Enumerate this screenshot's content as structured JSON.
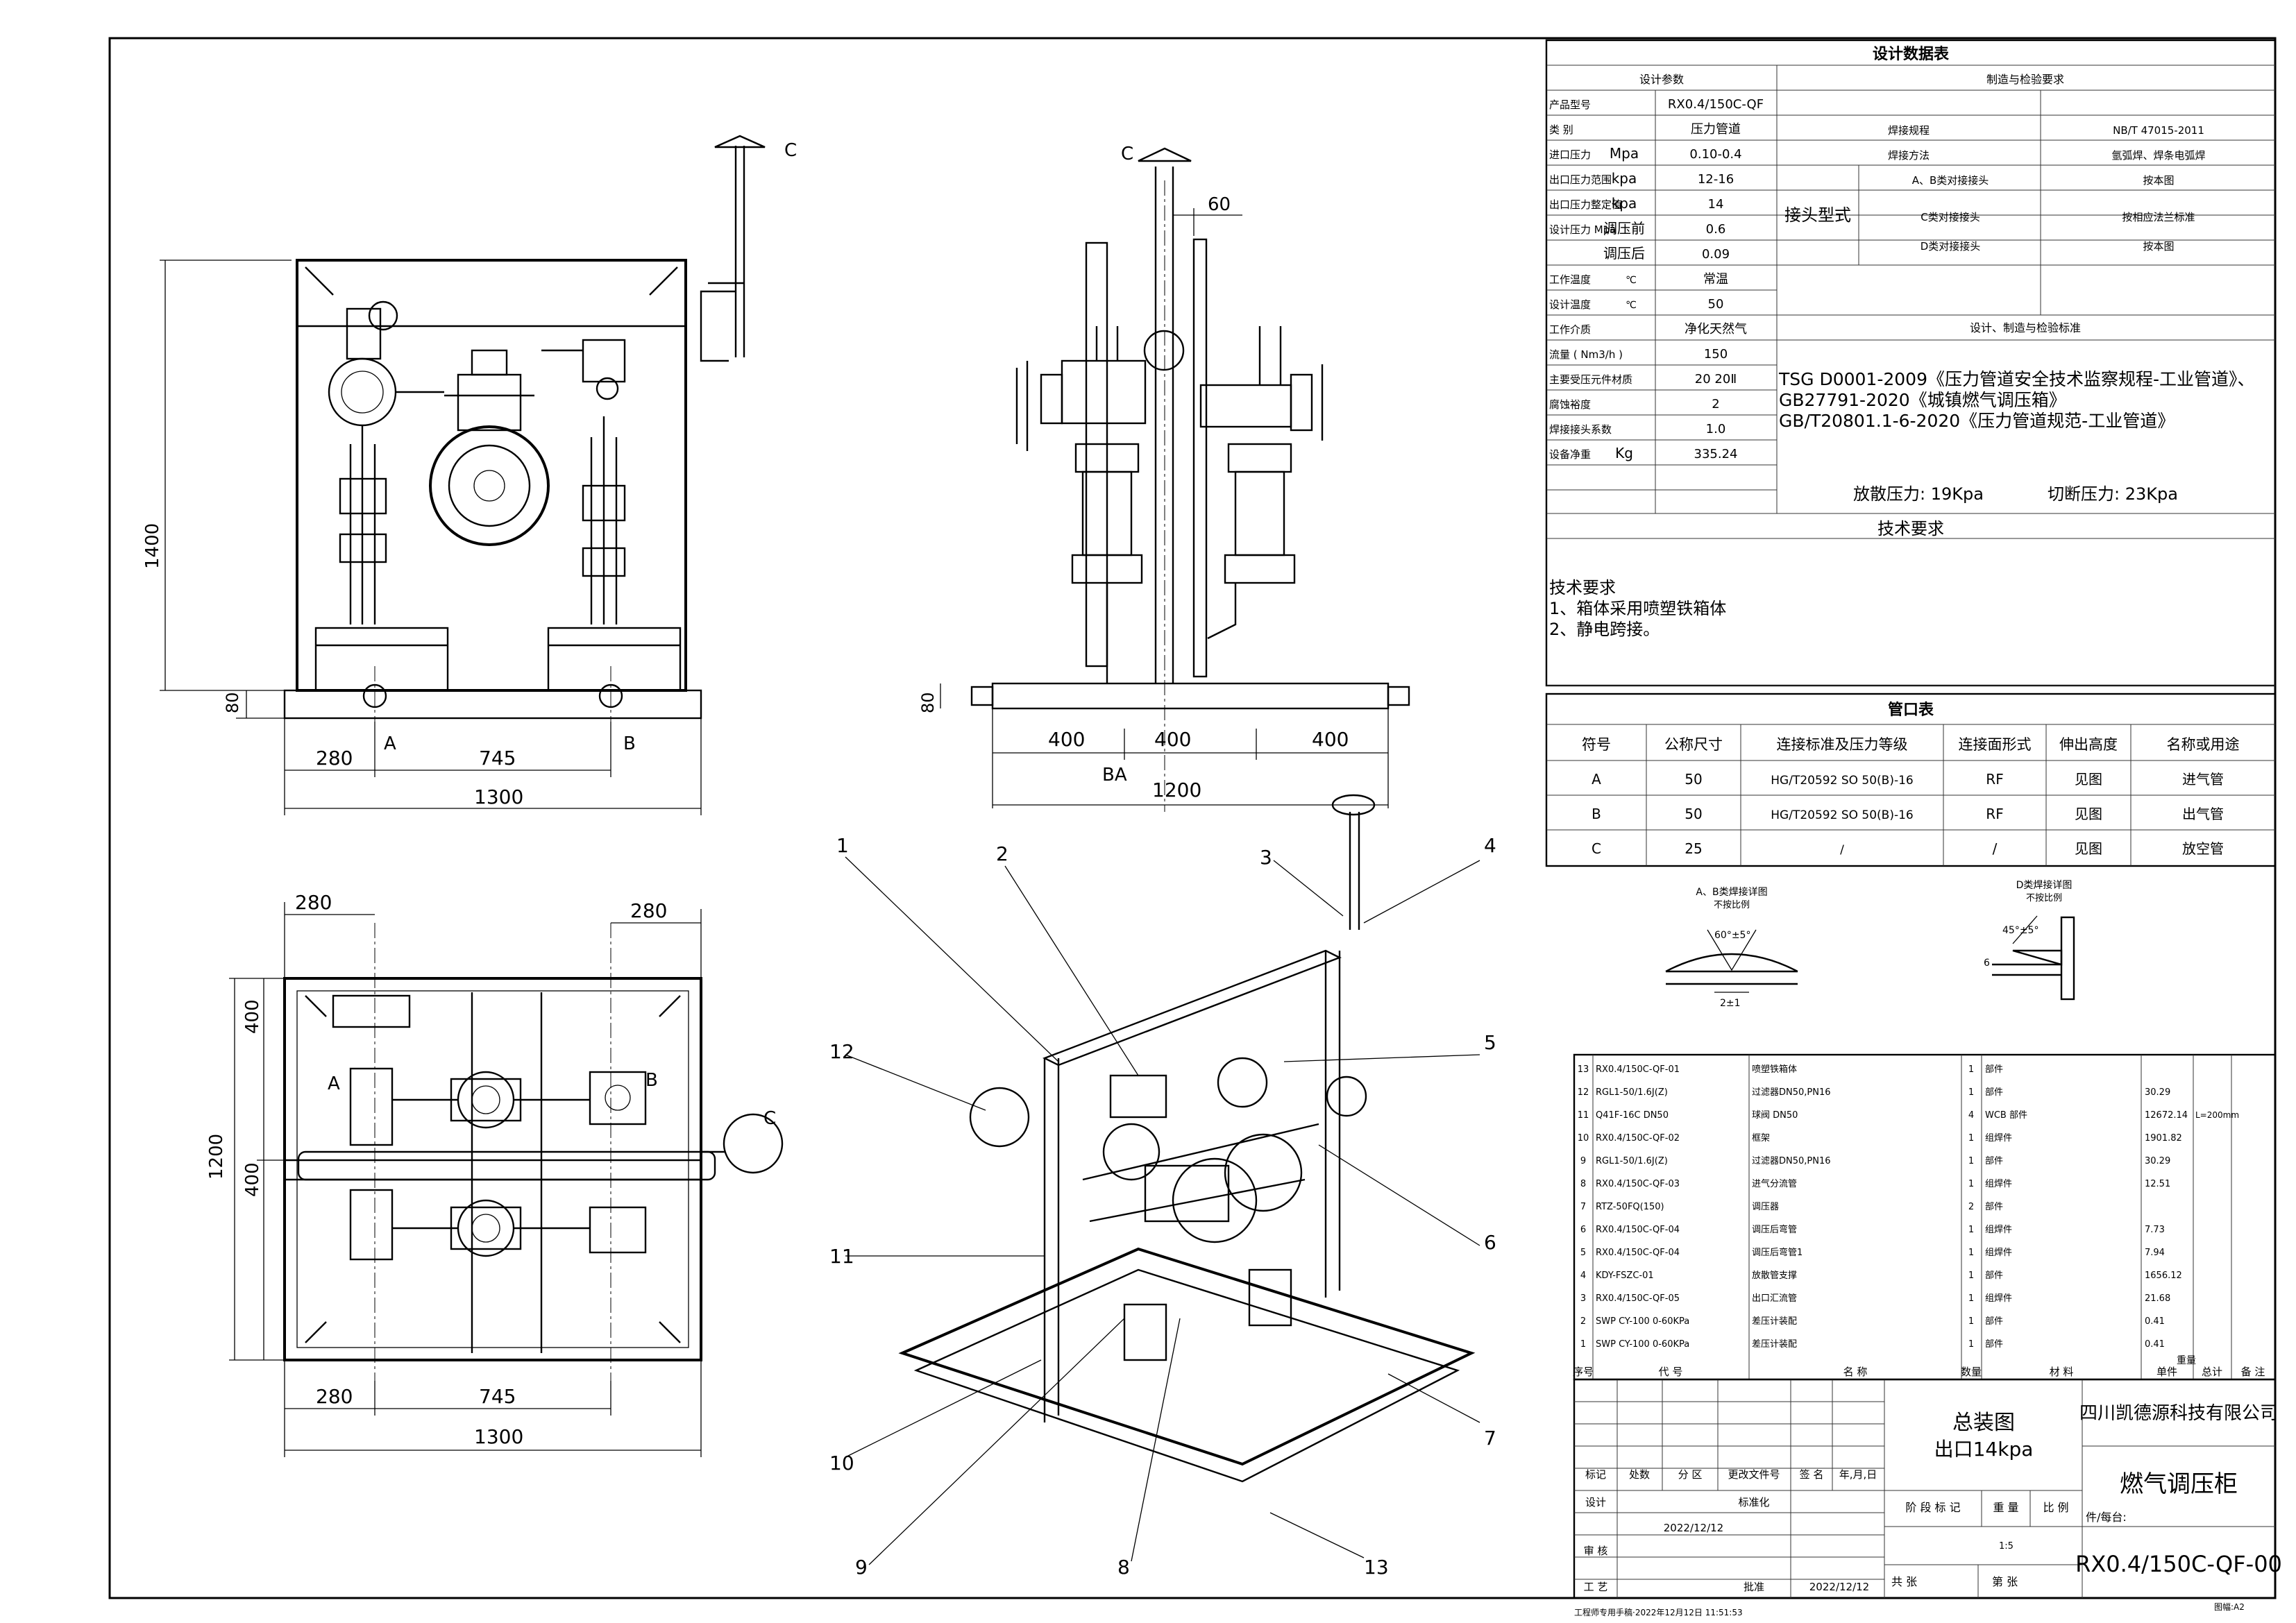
{
  "views": {
    "front": {
      "dims": [
        "1400",
        "80",
        "280",
        "745",
        "1300"
      ],
      "labels": [
        "A",
        "B",
        "C"
      ]
    },
    "side": {
      "dims": [
        "60",
        "80",
        "400",
        "400",
        "400",
        "1200"
      ],
      "labels": [
        "C",
        "BA"
      ]
    },
    "top": {
      "dims": [
        "280",
        "280",
        "400",
        "400",
        "1200",
        "280",
        "745",
        "1300"
      ],
      "labels": [
        "A",
        "B",
        "C"
      ]
    },
    "iso": {
      "callouts": [
        "1",
        "2",
        "3",
        "4",
        "5",
        "6",
        "7",
        "8",
        "9",
        "10",
        "11",
        "12",
        "13"
      ]
    }
  },
  "design": {
    "title": "设计数据表",
    "sub_left": "设计参数",
    "sub_right": "制造与检验要求",
    "rows": [
      [
        "产品型号",
        "",
        "RX0.4/150C-QF"
      ],
      [
        "类  别",
        "",
        "压力管道"
      ],
      [
        "进口压力",
        "Mpa",
        "0.10-0.4"
      ],
      [
        "出口压力范围",
        "kpa",
        "12-16"
      ],
      [
        "出口压力整定值",
        "kpa",
        "14"
      ],
      [
        "设计压力 Mpa",
        "调压前",
        "0.6"
      ],
      [
        "",
        "调压后",
        "0.09"
      ],
      [
        "工作温度",
        "℃",
        "常温"
      ],
      [
        "设计温度",
        "℃",
        "50"
      ],
      [
        "工作介质",
        "",
        "净化天然气"
      ],
      [
        "流量 ( Nm3/h )",
        "",
        "150"
      ],
      [
        "主要受压元件材质",
        "",
        "20 20Ⅱ"
      ],
      [
        "腐蚀裕度",
        "",
        "2"
      ],
      [
        "焊接接头系数",
        "",
        "1.0"
      ],
      [
        "设备净重",
        "Kg",
        "335.24"
      ]
    ],
    "weld_spec_label": "焊接规程",
    "weld_spec_value": "NB/T 47015-2011",
    "weld_method_label": "焊接方法",
    "weld_method_value": "氩弧焊、焊条电弧焊",
    "joint_type": "接头型式",
    "joints": [
      [
        "A、B类对接接头",
        "按本图"
      ],
      [
        "C类对接接头",
        "按相应法兰标准"
      ],
      [
        "D类对接接头",
        "按本图"
      ]
    ],
    "std_header": "设计、制造与检验标准",
    "standards": [
      "TSG D0001-2009《压力管道安全技术监察规程-工业管道》、",
      "GB27791-2020《城镇燃气调压箱》",
      "GB/T20801.1-6-2020《压力管道规范-工业管道》"
    ],
    "vent_pressure": "放散压力: 19Kpa",
    "cutoff_pressure": "切断压力: 23Kpa",
    "tech_header": "技术要求",
    "tech_lines": [
      "技术要求",
      "1、箱体采用喷塑铁箱体",
      "2、静电跨接。"
    ]
  },
  "nozzle": {
    "title": "管口表",
    "headers": [
      "符号",
      "公称尺寸",
      "连接标准及压力等级",
      "连接面形式",
      "伸出高度",
      "名称或用途"
    ],
    "rows": [
      [
        "A",
        "50",
        "HG/T20592 SO 50(B)-16",
        "RF",
        "见图",
        "进气管"
      ],
      [
        "B",
        "50",
        "HG/T20592 SO 50(B)-16",
        "RF",
        "见图",
        "出气管"
      ],
      [
        "C",
        "25",
        "/",
        "/",
        "见图",
        "放空管"
      ]
    ]
  },
  "weld_details": {
    "left_title": "A、B类焊接详图",
    "left_sub": "不按比例",
    "left_angle": "60°±5°",
    "left_dim": "2±1",
    "right_title": "D类焊接详图",
    "right_sub": "不按比例",
    "right_angle": "45°±5°",
    "right_dim": "6"
  },
  "bom": {
    "headers": [
      "序号",
      "代  号",
      "名      称",
      "数量",
      "材      料",
      "单件",
      "总计",
      "重量",
      "备  注"
    ],
    "rows": [
      [
        "13",
        "RX0.4/150C-QF-01",
        "喷塑铁箱体",
        "1",
        "部件",
        "",
        ""
      ],
      [
        "12",
        "RGL1-50/1.6J(Z)",
        "过滤器DN50,PN16",
        "1",
        "部件",
        "30.29",
        ""
      ],
      [
        "11",
        "Q41F-16C DN50",
        "球阀 DN50",
        "4",
        "WCB 部件",
        "12672.14",
        "L=200mm"
      ],
      [
        "10",
        "RX0.4/150C-QF-02",
        "框架",
        "1",
        "组焊件",
        "1901.82",
        ""
      ],
      [
        "9",
        "RGL1-50/1.6J(Z)",
        "过滤器DN50,PN16",
        "1",
        "部件",
        "30.29",
        ""
      ],
      [
        "8",
        "RX0.4/150C-QF-03",
        "进气分流管",
        "1",
        "组焊件",
        "12.51",
        ""
      ],
      [
        "7",
        "RTZ-50FQ(150)",
        "调压器",
        "2",
        "部件",
        "",
        ""
      ],
      [
        "6",
        "RX0.4/150C-QF-04",
        "调压后弯管",
        "1",
        "组焊件",
        "7.73",
        ""
      ],
      [
        "5",
        "RX0.4/150C-QF-04",
        "调压后弯管1",
        "1",
        "组焊件",
        "7.94",
        ""
      ],
      [
        "4",
        "KDY-FSZC-01",
        "放散管支撑",
        "1",
        "部件",
        "1656.12",
        ""
      ],
      [
        "3",
        "RX0.4/150C-QF-05",
        "出口汇流管",
        "1",
        "组焊件",
        "21.68",
        ""
      ],
      [
        "2",
        "SWP CY-100 0-60KPa",
        "差压计装配",
        "1",
        "部件",
        "0.41",
        ""
      ],
      [
        "1",
        "SWP CY-100 0-60KPa",
        "差压计装配",
        "1",
        "部件",
        "0.41",
        ""
      ]
    ]
  },
  "title_block": {
    "drawing_title": "总装图",
    "drawing_sub": "出口14kpa",
    "company": "四川凯德源科技有限公司",
    "product": "燃气调压柜",
    "part_label": "件/每台:",
    "code": "RX0.4/150C-QF-00",
    "row_labels": [
      "标记",
      "处数",
      "分 区",
      "更改文件号",
      "签 名",
      "年,月,日"
    ],
    "design_label": "设计",
    "std_label": "标准化",
    "review_label": "审 核",
    "process_label": "工 艺",
    "approve_label": "批准",
    "date1": "2022/12/12",
    "date2": "2022/12/12",
    "stage_label": "阶 段 标 记",
    "weight_label": "重 量",
    "scale_label": "比 例",
    "sheet_total": "共      张",
    "sheet_no": "第      张",
    "scale_mark": "1:5",
    "footer_left": "工程师专用手稿·2022年12月12日 11:51:53",
    "footer_right": "图幅:A2"
  }
}
